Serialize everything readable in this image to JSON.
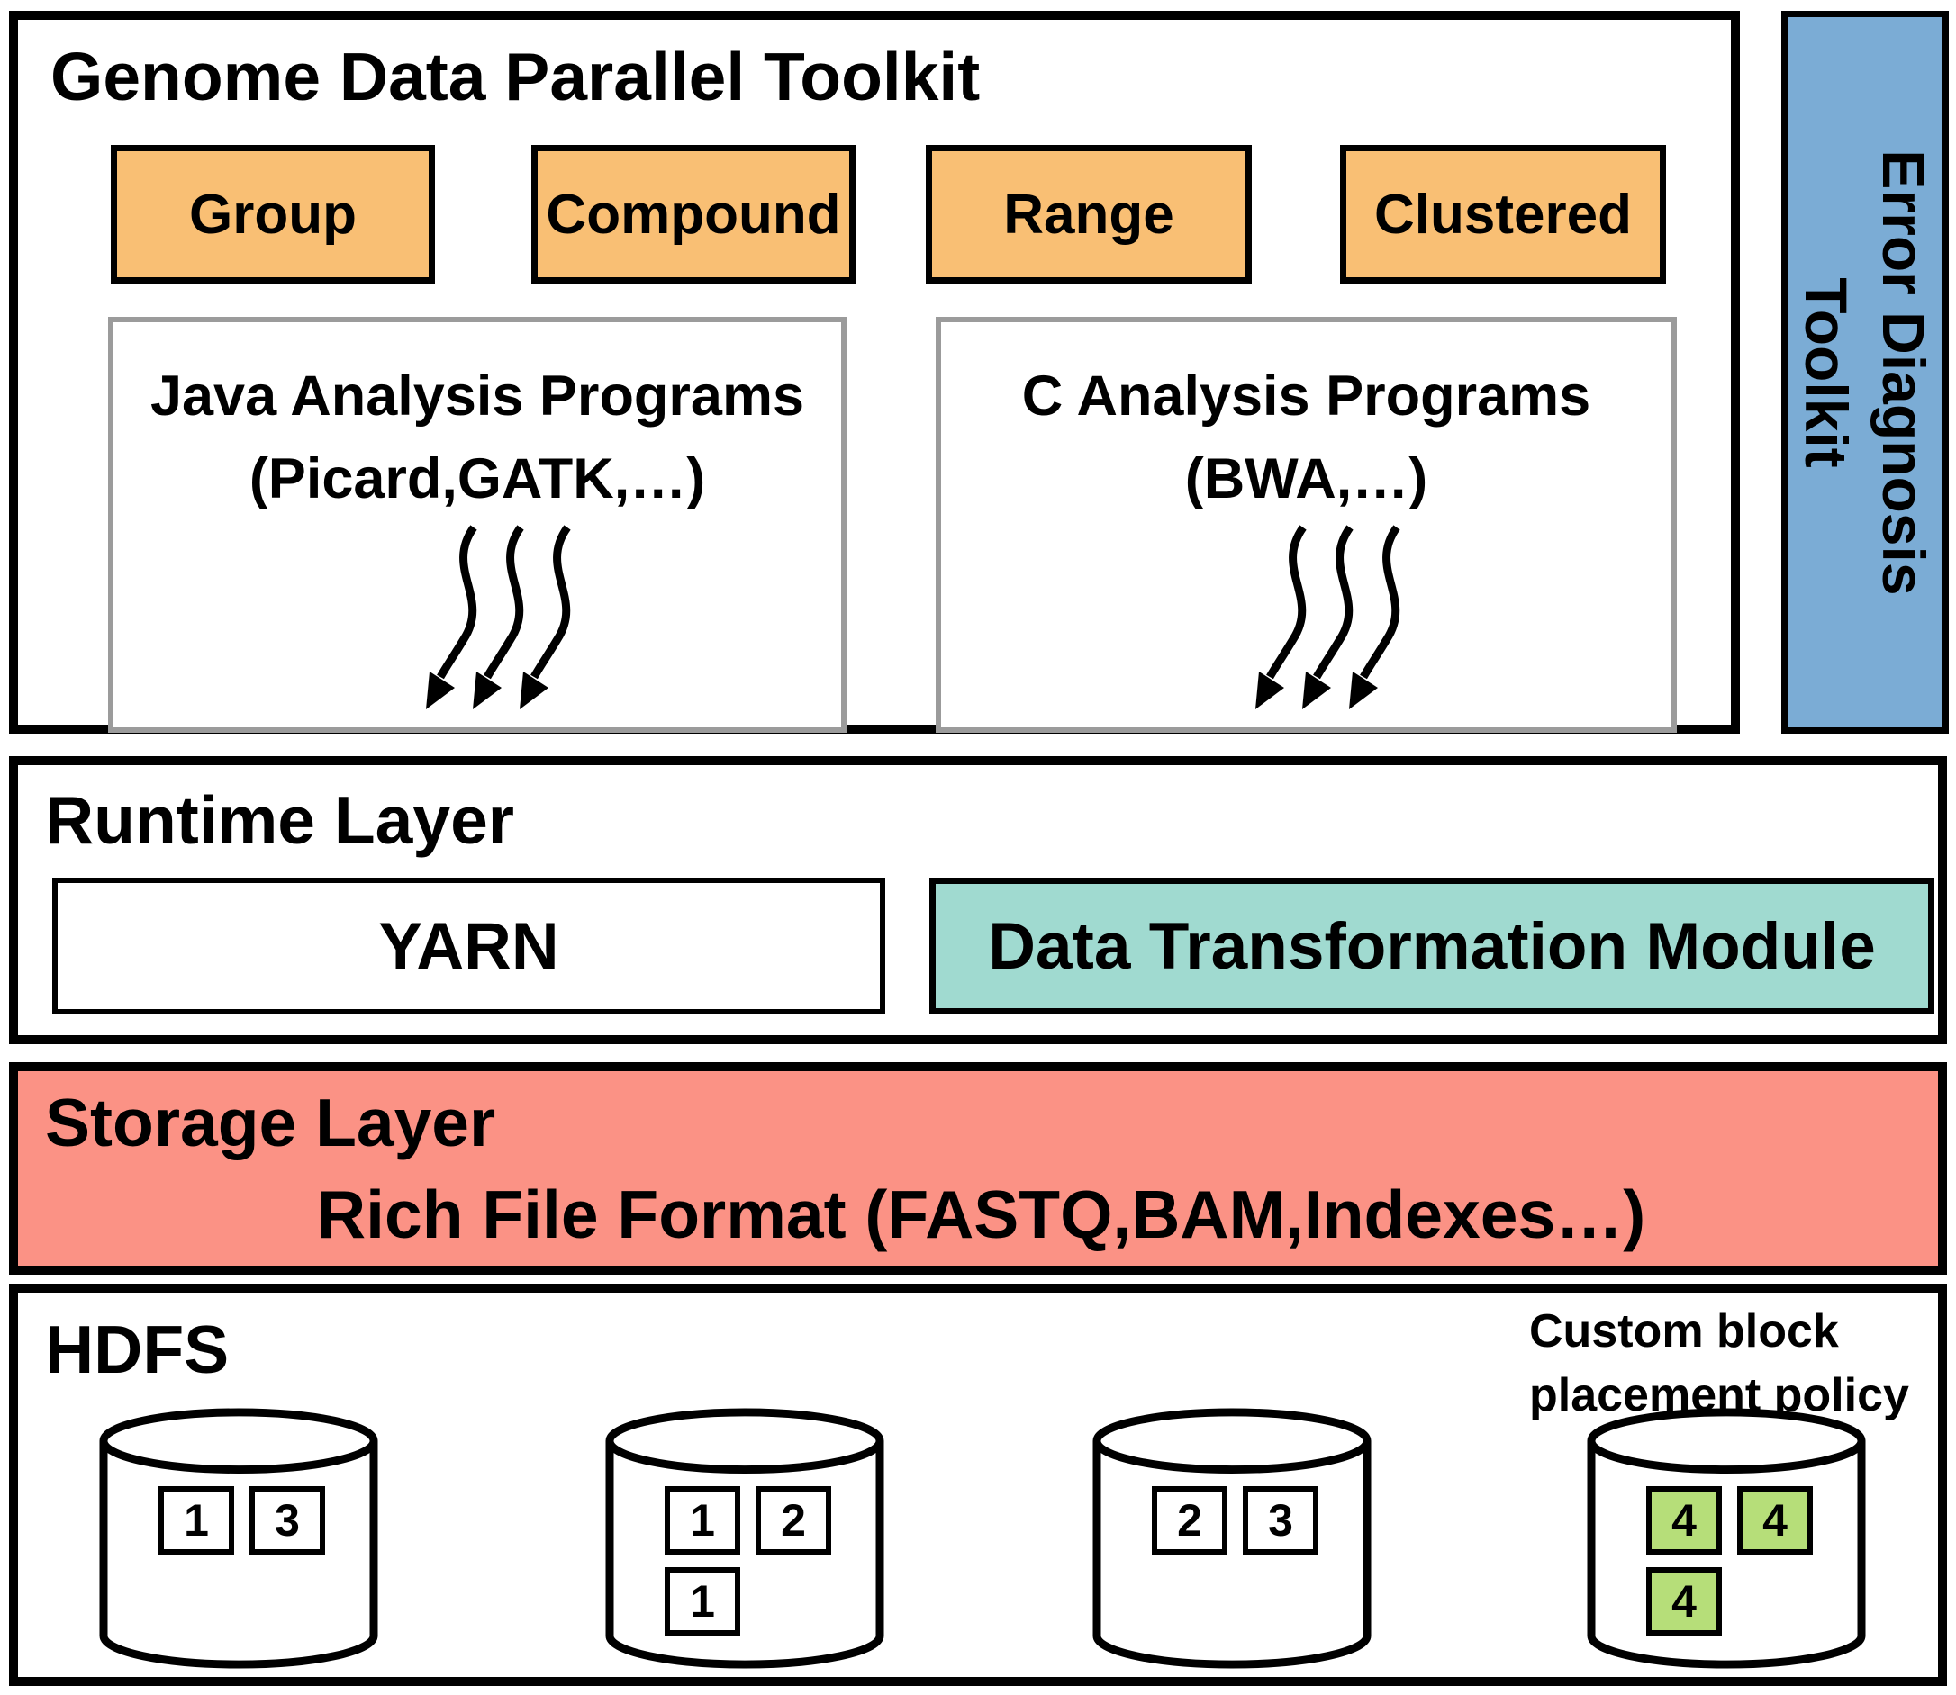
{
  "colors": {
    "orange": "#F9BF74",
    "blue": "#7BACD5",
    "teal": "#A0DAD0",
    "salmon": "#FB9285",
    "green": "#B6DE79"
  },
  "toolkit": {
    "title": "Genome Data Parallel Toolkit",
    "access_methods": [
      "Group",
      "Compound",
      "Range",
      "Clustered"
    ],
    "java_programs": {
      "line1": "Java Analysis Programs",
      "line2": "(Picard,GATK,…)"
    },
    "c_programs": {
      "line1": "C Analysis Programs",
      "line2": "(BWA,…)"
    }
  },
  "error_diagnosis": {
    "line1": "Error Diagnosis",
    "line2": "Toolkit"
  },
  "runtime_layer": {
    "title": "Runtime Layer",
    "yarn_label": "YARN",
    "dtm_label": "Data Transformation Module"
  },
  "storage_layer": {
    "title": "Storage Layer",
    "file_format": "Rich File Format (FASTQ,BAM,Indexes…)"
  },
  "hdfs": {
    "title": "HDFS",
    "annotation": {
      "line1": "Custom block",
      "line2": "placement policy"
    },
    "datanodes": [
      {
        "top_blocks": [
          "1",
          "3"
        ],
        "bottom_blocks": []
      },
      {
        "top_blocks": [
          "1",
          "2"
        ],
        "bottom_blocks": [
          "1"
        ]
      },
      {
        "top_blocks": [
          "2",
          "3"
        ],
        "bottom_blocks": []
      },
      {
        "top_blocks": [
          "4",
          "4"
        ],
        "bottom_blocks": [
          "4"
        ]
      }
    ]
  }
}
